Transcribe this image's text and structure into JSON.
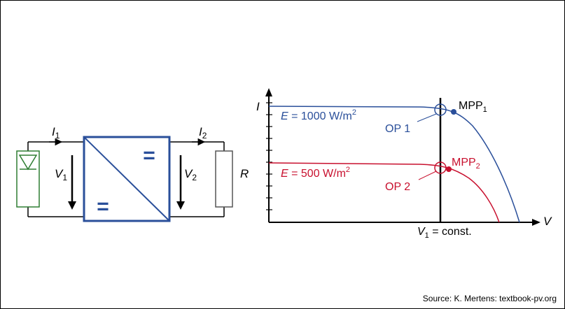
{
  "circuit": {
    "current_in": {
      "symbol": "I",
      "sub": "1"
    },
    "voltage_in": {
      "symbol": "V",
      "sub": "1"
    },
    "current_out": {
      "symbol": "I",
      "sub": "2"
    },
    "voltage_out": {
      "symbol": "V",
      "sub": "2"
    },
    "load_label": "R",
    "converter_symbol_top": "=",
    "converter_symbol_bottom": "=",
    "converter_color": "#2a4f9a"
  },
  "iv_plot": {
    "y_axis_label": "I",
    "x_axis_label": "V",
    "vertical_line_label": {
      "symbol": "V",
      "sub": "1",
      "suffix": " = const."
    },
    "curve_high": {
      "label_symbol": "E",
      "label_value": " = 1000 W/m",
      "label_exp": "2",
      "color": "#2a4f9a",
      "op_label": "OP 1",
      "mpp_label": "MPP",
      "mpp_sub": "1"
    },
    "curve_low": {
      "label_symbol": "E",
      "label_value": " = 500 W/m",
      "label_exp": "2",
      "color": "#c8102e",
      "op_label": "OP 2",
      "mpp_label": "MPP",
      "mpp_sub": "2"
    }
  },
  "source": "Source: K. Mertens: textbook-pv.org"
}
